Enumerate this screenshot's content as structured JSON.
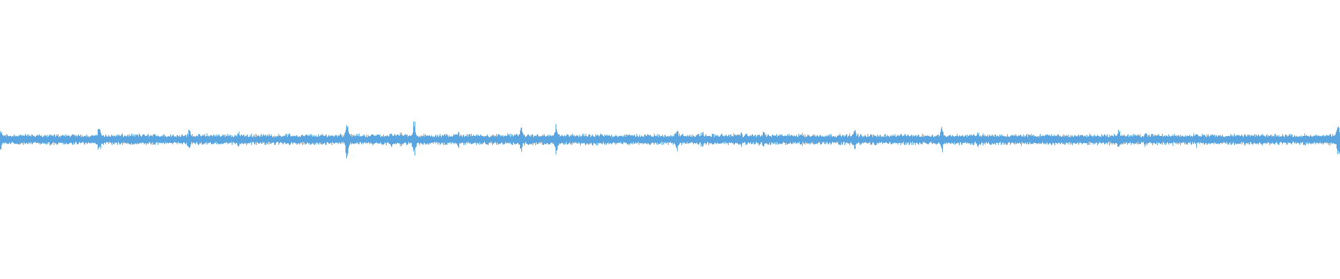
{
  "waveform": {
    "color": "#5aa5e0",
    "background": "#ffffff",
    "baseline_amplitude": 0.018,
    "transients": [
      {
        "t": 0.0,
        "amp": 0.045
      },
      {
        "t": 0.074,
        "amp": 0.055
      },
      {
        "t": 0.141,
        "amp": 0.045
      },
      {
        "t": 0.178,
        "amp": 0.035
      },
      {
        "t": 0.259,
        "amp": 0.09
      },
      {
        "t": 0.292,
        "amp": 0.04
      },
      {
        "t": 0.299,
        "amp": 0.035
      },
      {
        "t": 0.309,
        "amp": 0.075
      },
      {
        "t": 0.342,
        "amp": 0.035
      },
      {
        "t": 0.389,
        "amp": 0.055
      },
      {
        "t": 0.415,
        "amp": 0.06
      },
      {
        "t": 0.505,
        "amp": 0.05
      },
      {
        "t": 0.524,
        "amp": 0.035
      },
      {
        "t": 0.553,
        "amp": 0.035
      },
      {
        "t": 0.57,
        "amp": 0.04
      },
      {
        "t": 0.598,
        "amp": 0.03
      },
      {
        "t": 0.638,
        "amp": 0.045
      },
      {
        "t": 0.703,
        "amp": 0.055
      },
      {
        "t": 0.73,
        "amp": 0.035
      },
      {
        "t": 0.77,
        "amp": 0.03
      },
      {
        "t": 0.835,
        "amp": 0.045
      },
      {
        "t": 0.855,
        "amp": 0.035
      },
      {
        "t": 0.893,
        "amp": 0.03
      },
      {
        "t": 0.999,
        "amp": 0.08
      }
    ]
  }
}
